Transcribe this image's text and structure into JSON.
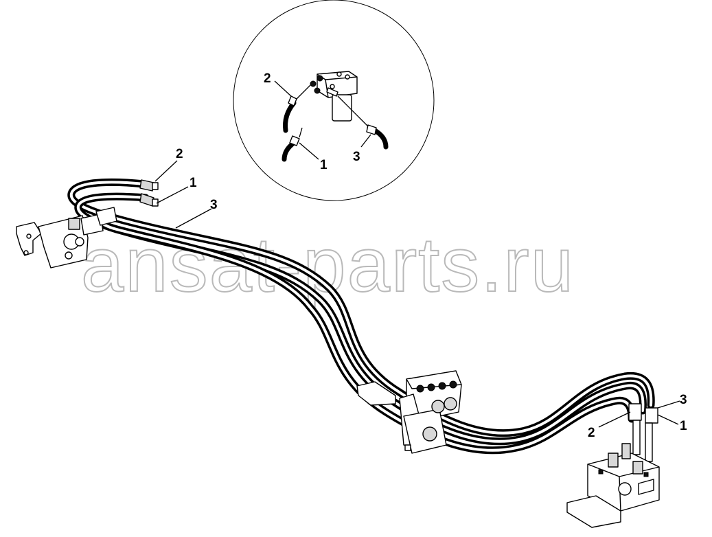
{
  "watermark": "ansat-parts.ru",
  "detail_labels": {
    "hose_1": "1",
    "hose_2": "2",
    "hose_3": "3"
  },
  "main_labels": {
    "top_left": {
      "hose_2": "2",
      "hose_1": "1",
      "hose_3": "3"
    },
    "right": {
      "hose_3": "3",
      "hose_1": "1",
      "hose_2": "2"
    }
  }
}
